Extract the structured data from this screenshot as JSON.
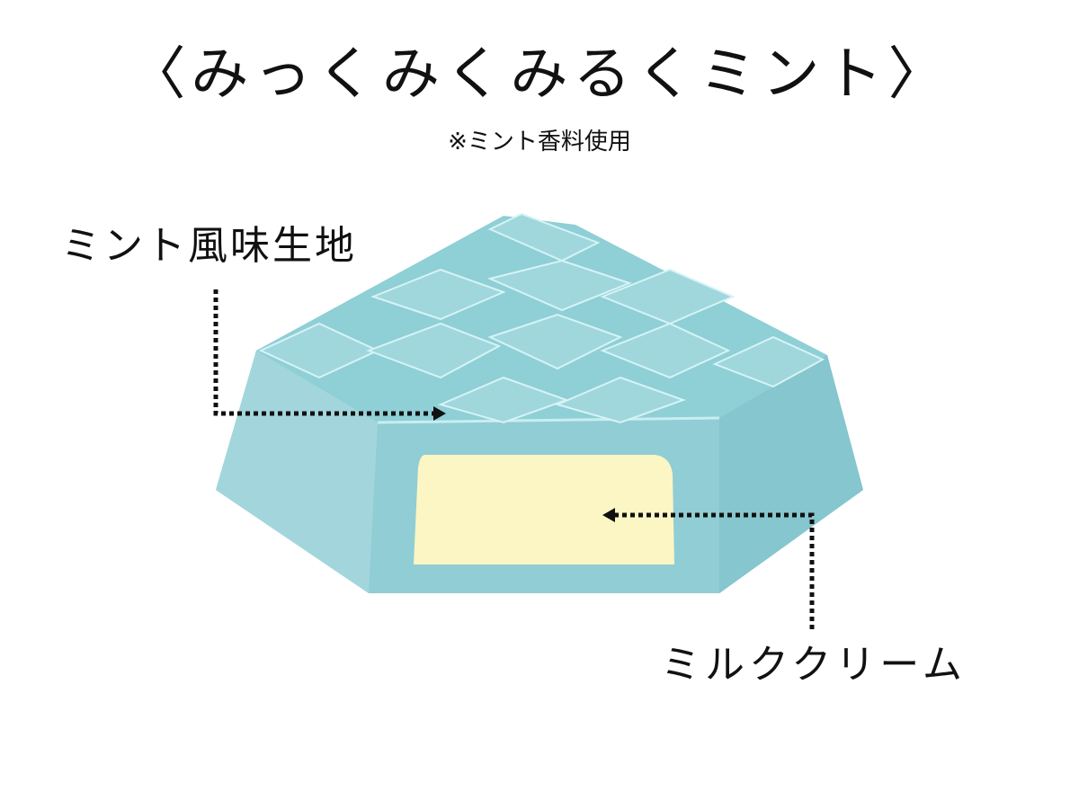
{
  "title": "〈みっくみくみるくミント〉",
  "subtitle": "※ミント香料使用",
  "labels": {
    "outer_layer": "ミント風味生地",
    "filling": "ミルククリーム"
  },
  "colors": {
    "mint_body": "#8fcfd6",
    "mint_light": "#a6dbe1",
    "mint_dark": "#7bbfc7",
    "cream": "#fbf6c4",
    "arrow": "#111111"
  }
}
